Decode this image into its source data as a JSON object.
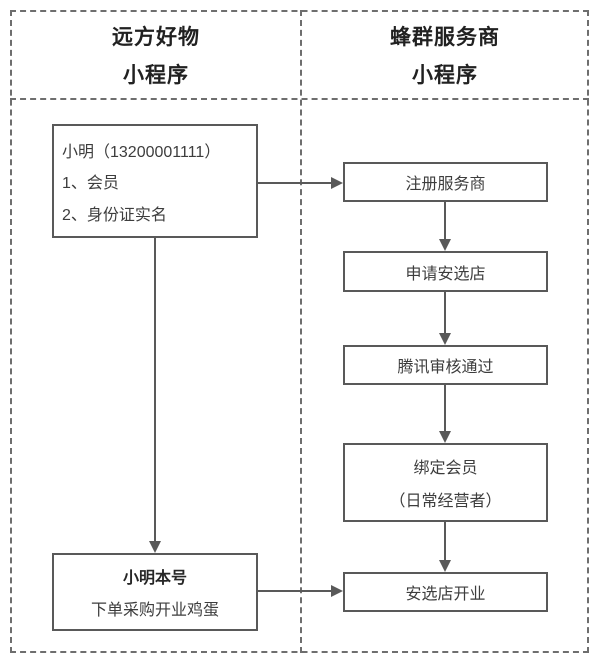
{
  "diagram": {
    "type": "flowchart",
    "colors": {
      "background": "#ffffff",
      "frame_dashed": "#6e6e6e",
      "box_border": "#595959",
      "arrow": "#595959",
      "body_text": "#3d3d3d",
      "header_text": "#212121"
    },
    "header": {
      "left": {
        "line1": "远方好物",
        "line2": "小程序"
      },
      "right": {
        "line1": "蜂群服务商",
        "line2": "小程序"
      }
    },
    "left_column": {
      "member_box": {
        "line1": "小明（13200001111）",
        "line2": "1、会员",
        "line3": "2、身份证实名"
      },
      "order_box": {
        "line1": "小明本号",
        "line2": "下单采购开业鸡蛋"
      }
    },
    "right_column": {
      "steps": [
        {
          "line1": "注册服务商"
        },
        {
          "line1": "申请安选店"
        },
        {
          "line1": "腾讯审核通过"
        },
        {
          "line1": "绑定会员",
          "line2": "（日常经营者）"
        },
        {
          "line1": "安选店开业"
        }
      ]
    }
  }
}
